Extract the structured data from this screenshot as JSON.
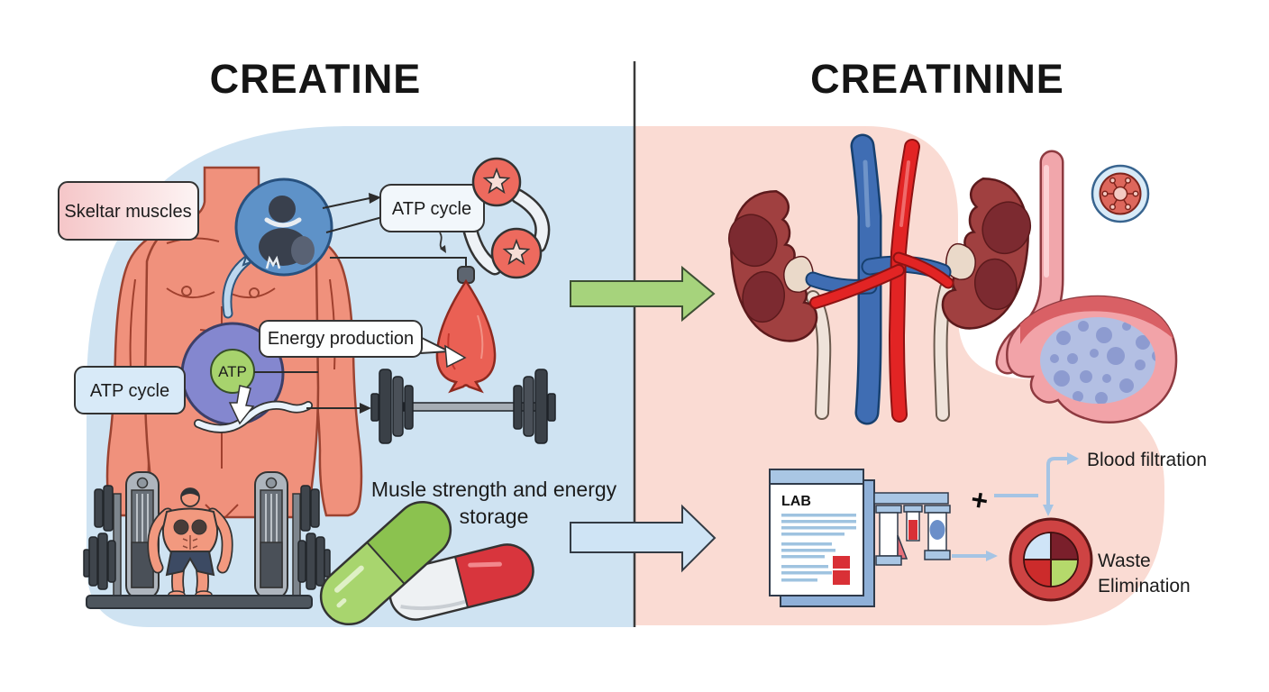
{
  "titles": {
    "left": "CREATINE",
    "right": "CREATININE"
  },
  "left_panel": {
    "labels": {
      "skeletal_muscles": "Skeltar muscles",
      "atp_cycle_top": "ATP cycle",
      "energy_production": "Energy production",
      "atp_cycle_left": "ATP cycle",
      "atp": "ATP",
      "caption_line1": "Musle strength and energy",
      "caption_line2": "storage"
    }
  },
  "right_panel": {
    "labels": {
      "lab": "LAB",
      "plus": "+",
      "blood_filtration": "Blood filtration",
      "waste_line1": "Waste",
      "waste_line2": "Elimination"
    }
  },
  "colors": {
    "left_bg": "#cfe3f2",
    "right_bg": "#fadbd3",
    "green_arrow": "#a6d37c",
    "blue_arrow": "#cfe4f5",
    "star_circle": "#ed6a5e",
    "purple_circle": "#8487cf",
    "atp_green": "#a7d36d",
    "muscle_red": "#ea6054",
    "kidney": "#a04040",
    "artery": "#e22424",
    "vein": "#3f6db3",
    "capsule_green": "#96cb5b",
    "capsule_red": "#d8353d",
    "lab_blue": "#a9c6e4",
    "accent_red": "#d93036",
    "connector_blue": "#a5c4e4"
  }
}
